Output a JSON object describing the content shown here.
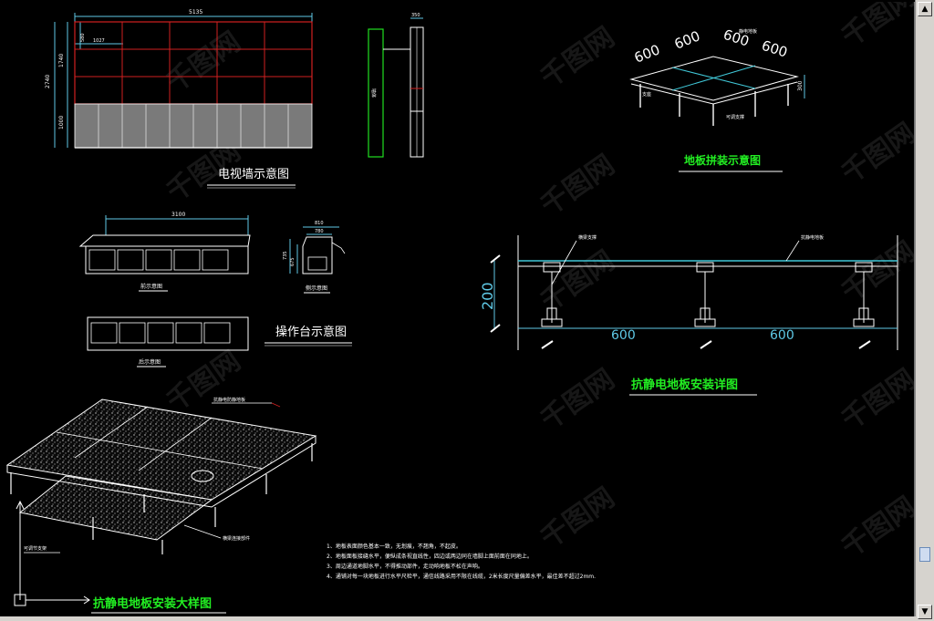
{
  "tv_wall": {
    "title": "电视墙示意图",
    "dim_total_width": "5135",
    "dim_total_height": "2740",
    "dim_upper_height": "1740",
    "dim_lower_height": "1000",
    "dim_cell_height": "580",
    "dim_cell_width": "1027",
    "dim_side_depth": "350",
    "side_label": "墙体"
  },
  "console": {
    "title": "操作台示意图",
    "front_label": "前示意图",
    "side_label": "侧示意图",
    "back_label": "后示意图",
    "dim_width": "3100",
    "dim_side_width": "810",
    "dim_side_top": "780",
    "dim_side_h1": "735",
    "dim_side_h2": "675"
  },
  "floor_assembly": {
    "title": "地板拼装示意图",
    "dims": [
      "600",
      "600",
      "600",
      "600"
    ],
    "dim_height": "300",
    "label_top": "静电地板",
    "label_left": "支座",
    "label_bottom": "可调支撑"
  },
  "floor_install": {
    "title": "抗静电地板安装详图",
    "label_left": "横梁支撑",
    "label_right": "抗静电地板",
    "dim_height": "200",
    "dim_span1": "600",
    "dim_span2": "600"
  },
  "floor_detail": {
    "title": "抗静电地板安装大样图",
    "label_top": "抗静电防静地板",
    "label_bottom": "横梁连接部件",
    "label_left": "可调节支架"
  },
  "notes": [
    "1、地板表面颜色基本一致，无划痕，不翘角，不起皮。",
    "2、地板面板接缝水平，便纵成条视直线性，四边或两边同在墙脚上面前面在同地上。",
    "3、周边通道地脚水平，不得推动部件，走动响地板不松在声响。",
    "4、通铺对每一块地板进行水平尺检平，通信线路采用不限在线缆，2米长度尺量偏差水平，最佳差不超过2mm."
  ],
  "watermark": "千图网",
  "colors": {
    "background": "#000000",
    "red_grid": "#d02020",
    "cad_white": "#ffffff",
    "cad_cyan": "#40c8d8",
    "title_green": "#22ee22",
    "dim_cyan": "#5fc9e6"
  }
}
